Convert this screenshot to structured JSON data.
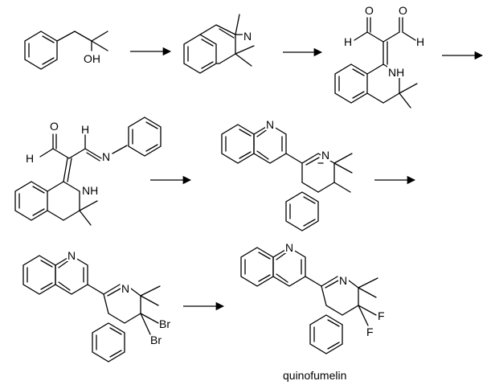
{
  "atoms": {
    "oh": "OH",
    "n": "N",
    "nh": "NH",
    "h": "H",
    "o": "O",
    "br": "Br",
    "f": "F"
  },
  "caption": "quinofumelin"
}
